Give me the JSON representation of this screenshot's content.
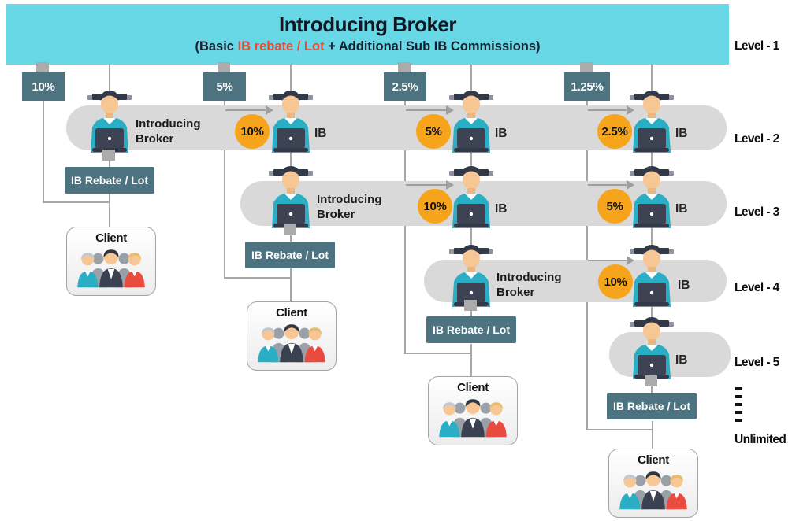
{
  "banner": {
    "title": "Introducing Broker",
    "subtitle_prefix": "(Basic ",
    "subtitle_highlight": "IB rebate / Lot",
    "subtitle_suffix": " + Additional Sub IB Commissions)"
  },
  "levels": [
    {
      "label": "Level - 1"
    },
    {
      "label": "Level - 2"
    },
    {
      "label": "Level - 3"
    },
    {
      "label": "Level - 4"
    },
    {
      "label": "Level - 5"
    },
    {
      "label": "Unlimited"
    }
  ],
  "rates": [
    {
      "label": "10%"
    },
    {
      "label": "5%"
    },
    {
      "label": "2.5%"
    },
    {
      "label": "1.25%"
    }
  ],
  "rows": [
    {
      "level": 2,
      "nodes": [
        {
          "type": "introducing-broker",
          "label": "Introducing Broker"
        },
        {
          "type": "ib",
          "label": "IB",
          "badge": "10%"
        },
        {
          "type": "ib",
          "label": "IB",
          "badge": "5%"
        },
        {
          "type": "ib",
          "label": "IB",
          "badge": "2.5%"
        }
      ]
    },
    {
      "level": 3,
      "nodes": [
        {
          "type": "introducing-broker",
          "label": "Introducing Broker"
        },
        {
          "type": "ib",
          "label": "IB",
          "badge": "10%"
        },
        {
          "type": "ib",
          "label": "IB",
          "badge": "5%"
        }
      ]
    },
    {
      "level": 4,
      "nodes": [
        {
          "type": "introducing-broker",
          "label": "Introducing Broker"
        },
        {
          "type": "ib",
          "label": "IB",
          "badge": "10%"
        }
      ]
    },
    {
      "level": 5,
      "nodes": [
        {
          "type": "ib",
          "label": "IB"
        }
      ]
    }
  ],
  "labels": {
    "rebate": "IB Rebate / Lot",
    "client": "Client"
  },
  "colors": {
    "banner_bg": "#68d8e6",
    "rate_box_bg": "#4e7380",
    "band_bg": "#d9d9d9",
    "badge_bg": "#f6a41c",
    "line": "#a6a6a6",
    "subtitle_highlight": "#f4482c"
  }
}
